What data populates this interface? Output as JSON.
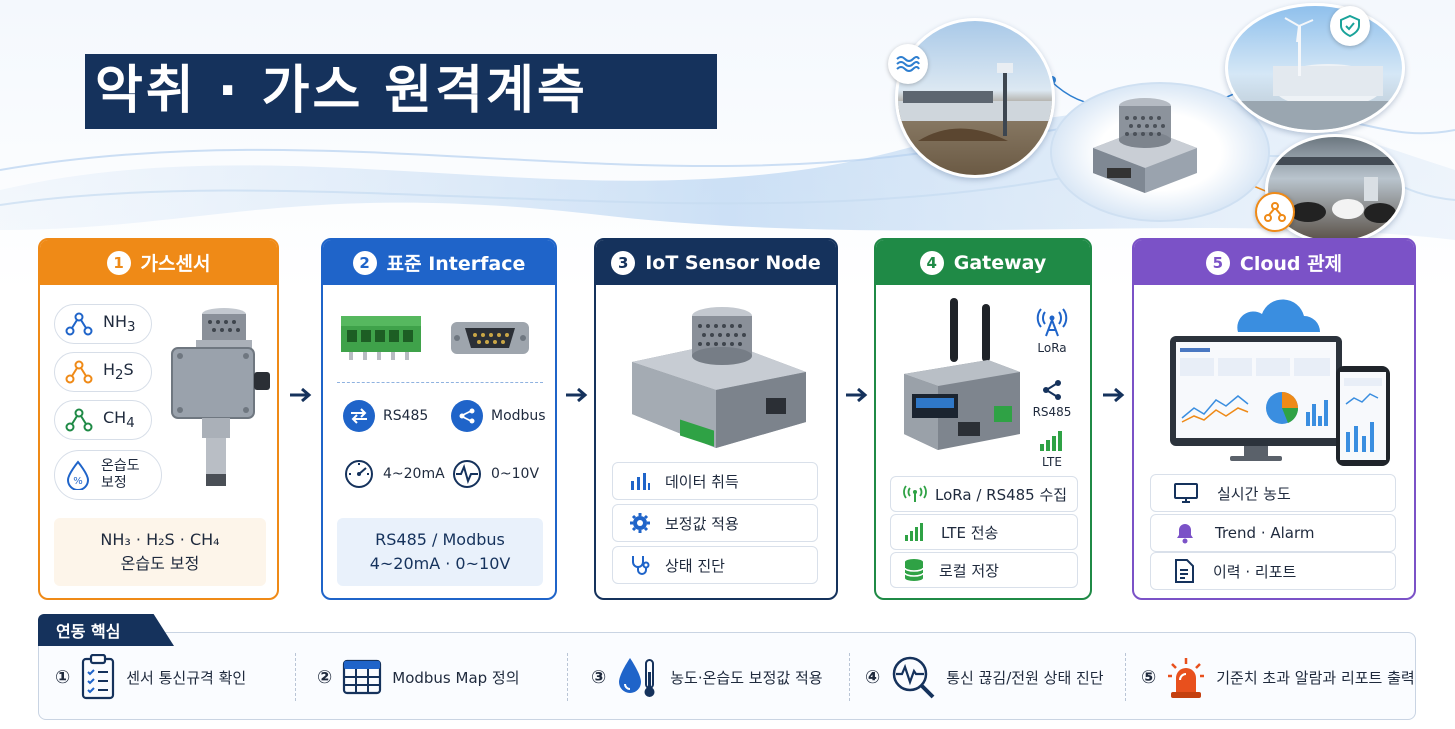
{
  "title": "악취 · 가스 원격계측",
  "colors": {
    "orange": "#ef8a17",
    "blue": "#1f64c9",
    "navy": "#15325c",
    "green": "#1f8a46",
    "purple": "#7b52c7"
  },
  "cards": [
    {
      "num": "1",
      "title": "가스센서",
      "gases": [
        {
          "icon": "molecule-icon",
          "label": "NH",
          "sub": "3"
        },
        {
          "icon": "molecule-icon",
          "label": "H",
          "sub": "2",
          "rest": "S"
        },
        {
          "icon": "molecule-icon",
          "label": "CH",
          "sub": "4"
        }
      ],
      "humidity": {
        "icon": "humidity-percent-icon",
        "line1": "온습도",
        "line2": "보정"
      },
      "summary_line1": "NH₃ · H₂S · CH₄",
      "summary_line2": "온습도 보정"
    },
    {
      "num": "2",
      "title": "표준 Interface",
      "items": [
        {
          "icon": "exchange-arrows-icon",
          "label": "RS485"
        },
        {
          "icon": "share-nodes-icon",
          "label": "Modbus"
        },
        {
          "icon": "gauge-icon",
          "label": "4~20mA"
        },
        {
          "icon": "waveform-icon",
          "label": "0~10V"
        }
      ],
      "summary_line1": "RS485 / Modbus",
      "summary_line2": "4~20mA · 0~10V"
    },
    {
      "num": "3",
      "title": "IoT Sensor Node",
      "features": [
        {
          "icon": "bar-chart-icon",
          "label": "데이터 취득"
        },
        {
          "icon": "gear-icon",
          "label": "보정값 적용"
        },
        {
          "icon": "stethoscope-icon",
          "label": "상태 진단"
        }
      ]
    },
    {
      "num": "4",
      "title": "Gateway",
      "side": [
        {
          "icon": "antenna-icon",
          "label": "LoRa"
        },
        {
          "icon": "share-nodes-icon",
          "label": "RS485"
        },
        {
          "icon": "signal-bars-icon",
          "label": "LTE"
        }
      ],
      "features": [
        {
          "icon": "antenna-icon",
          "label": "LoRa / RS485 수집"
        },
        {
          "icon": "signal-bars-icon",
          "label": "LTE 전송"
        },
        {
          "icon": "database-icon",
          "label": "로컬 저장"
        }
      ]
    },
    {
      "num": "5",
      "title": "Cloud 관제",
      "features": [
        {
          "icon": "monitor-icon",
          "label": "실시간 농도"
        },
        {
          "icon": "bell-icon",
          "label": "Trend · Alarm"
        },
        {
          "icon": "document-icon",
          "label": "이력 · 리포트"
        }
      ]
    }
  ],
  "core": {
    "title": "연동 핵심",
    "items": [
      {
        "num": "①",
        "icon": "checklist-icon",
        "label": "센서 통신규격 확인"
      },
      {
        "num": "②",
        "icon": "table-grid-icon",
        "label": "Modbus Map 정의"
      },
      {
        "num": "③",
        "icon": "drop-thermometer-icon",
        "label": "농도·온습도 보정값 적용"
      },
      {
        "num": "④",
        "icon": "diagnosis-search-icon",
        "label": "통신 끊김/전원 상태 진단"
      },
      {
        "num": "⑤",
        "icon": "alarm-siren-icon",
        "label": "기준치 초과 알람과 리포트 출력"
      }
    ]
  }
}
